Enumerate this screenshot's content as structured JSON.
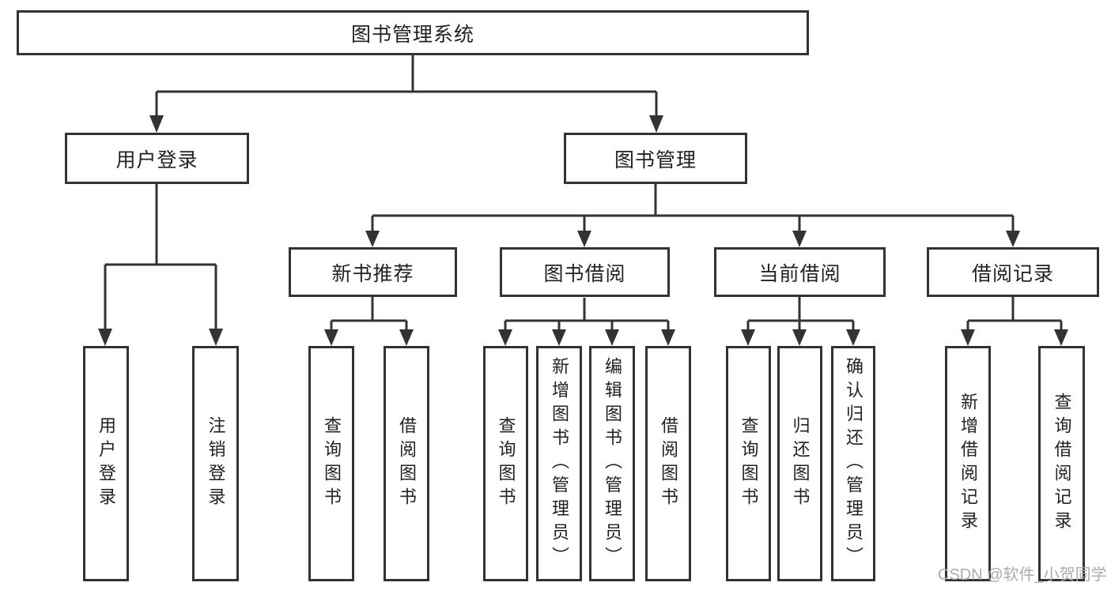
{
  "colors": {
    "line": "#333333",
    "text": "#222222",
    "background": "#ffffff",
    "watermark": "#ababab"
  },
  "watermark": {
    "text": "CSDN @软件_小贺同学"
  },
  "tree": {
    "root": {
      "label": "图书管理系统"
    },
    "branches": [
      {
        "label": "用户登录",
        "children": [
          {
            "label": "用户登录"
          },
          {
            "label": "注销登录"
          }
        ]
      },
      {
        "label": "图书管理",
        "children": [
          {
            "label": "新书推荐",
            "children": [
              {
                "label": "查询图书"
              },
              {
                "label": "借阅图书"
              }
            ]
          },
          {
            "label": "图书借阅",
            "children": [
              {
                "label": "查询图书"
              },
              {
                "label": "新增图书（管理员）"
              },
              {
                "label": "编辑图书（管理员）"
              },
              {
                "label": "借阅图书"
              }
            ]
          },
          {
            "label": "当前借阅",
            "children": [
              {
                "label": "查询图书"
              },
              {
                "label": "归还图书"
              },
              {
                "label": "确认归还（管理员）"
              }
            ]
          },
          {
            "label": "借阅记录",
            "children": [
              {
                "label": "新增借阅记录"
              },
              {
                "label": "查询借阅记录"
              }
            ]
          }
        ]
      }
    ]
  }
}
